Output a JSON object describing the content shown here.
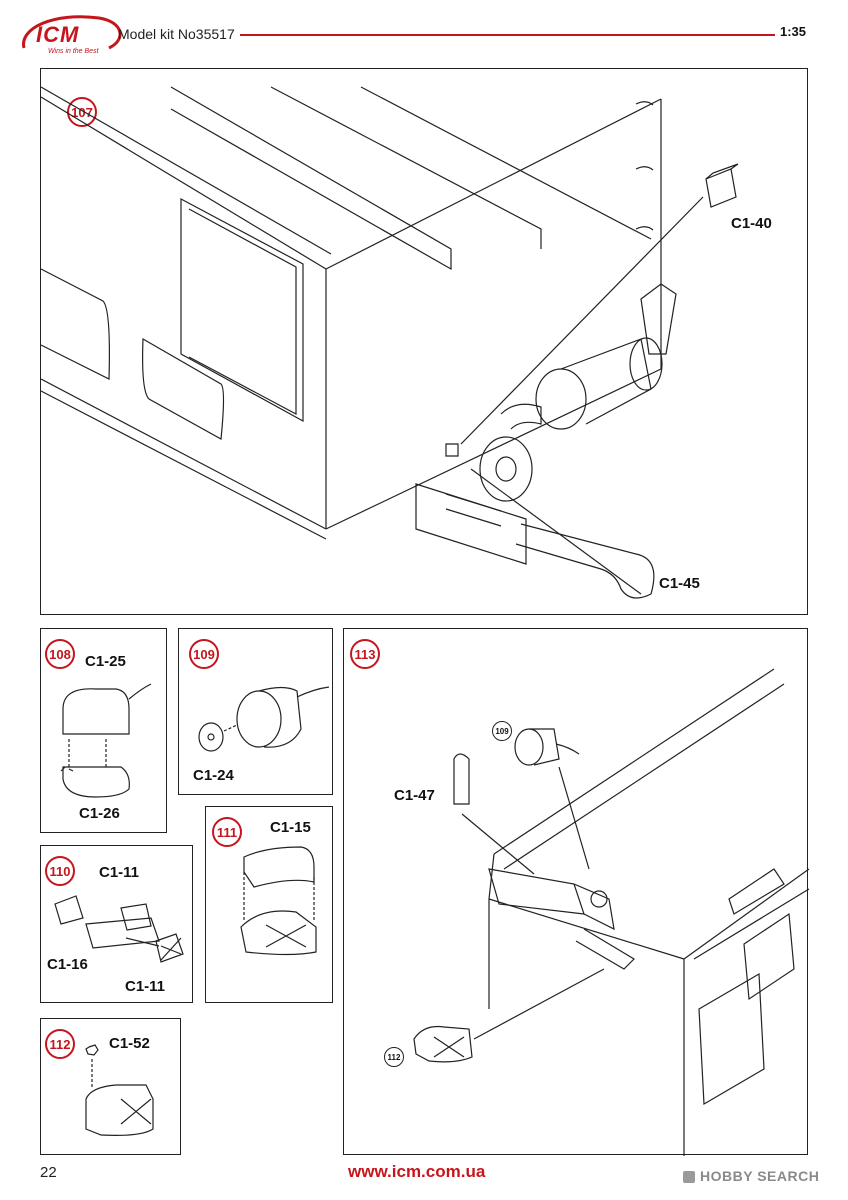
{
  "header": {
    "logo_text": "ICM",
    "logo_tagline": "Wins in the Best",
    "kit_title": "Model kit No35517",
    "scale": "1:35"
  },
  "colors": {
    "accent": "#c5161d",
    "line": "#222222"
  },
  "steps": [
    {
      "id": "107",
      "labels": [
        "C1-40",
        "C1-45"
      ]
    },
    {
      "id": "108",
      "labels": [
        "C1-25",
        "C1-26"
      ]
    },
    {
      "id": "109",
      "labels": [
        "C1-24"
      ]
    },
    {
      "id": "110",
      "labels": [
        "C1-11",
        "C1-16",
        "C1-11"
      ]
    },
    {
      "id": "111",
      "labels": [
        "C1-15"
      ]
    },
    {
      "id": "112",
      "labels": [
        "C1-52"
      ]
    },
    {
      "id": "113",
      "labels": [
        "C1-47"
      ],
      "refs": [
        "109",
        "112"
      ]
    }
  ],
  "footer": {
    "page_number": "22",
    "website": "www.icm.com.ua",
    "watermark": "HOBBY SEARCH"
  }
}
